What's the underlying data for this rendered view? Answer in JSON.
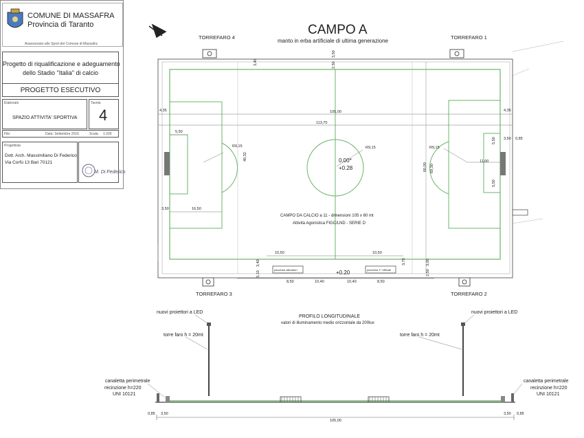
{
  "title_block": {
    "municipality": "COMUNE DI MASSAFRA",
    "province": "Provincia di Taranto",
    "department": "Assessorato allo Sport del Comune di Massafra",
    "project_line1": "Progetto di riqualificazione e adeguamento",
    "project_line2": "dello Stadio \"Italia\" di calcio",
    "phase": "PROGETTO ESECUTIVO",
    "drawing_label": "Elaborato",
    "drawing_title": "SPAZIO ATTIVITA' SPORTIVA",
    "sheet_label": "Tavola",
    "sheet_number": "4",
    "file_label": "File:",
    "date_label": "Data: Settembre 2016",
    "scale_label": "Scala:",
    "scale_value": "1:200",
    "designer_label": "Progettista",
    "designer_name": "Dott. Arch. Massimiliano Di Federico",
    "designer_address": "Via Corfù 13 Bari 70121",
    "signature": "M. Di Federico"
  },
  "header": {
    "title": "CAMPO A",
    "subtitle": "manto in erba artificiale di ultima generazione"
  },
  "towers": {
    "t1": "TORREFARO 1",
    "t2": "TORREFARO 2",
    "t3": "TORREFARO 3",
    "t4": "TORREFARO 4"
  },
  "plan": {
    "center_elev": "0.00*",
    "center_elev2": "+0.28",
    "entry_elev": "+0.20",
    "field_note1": "CAMPO DA CALCIO a 11 - dimensioni 105 x 60 mt",
    "field_note2": "Attività Agonistica FIGC/LND - SERIE D",
    "d_105": "105,00",
    "d_113": "113,70",
    "d_435l": "4,35",
    "d_435r": "4,35",
    "d_550": "5,50",
    "d_350l": "3,50",
    "d_1650": "16,50",
    "d_4032": "40,32",
    "d_915a": "R9,15",
    "d_915b": "R9,15",
    "d_915c": "R9,15",
    "d_6930": "69,30",
    "d_6000": "60,00",
    "d_1100": "11,00",
    "d_550r": "5,50",
    "d_550r2": "5,50",
    "d_350r": "3,50",
    "d_085": "0,85",
    "d_340t": "3,40",
    "d_250t": "2,50",
    "d_350t": "3,50",
    "d_1050a": "10,50",
    "d_1050b": "10,50",
    "d_850a": "8,50",
    "d_1040a": "10,40",
    "d_1040b": "10,40",
    "d_850b": "8,50",
    "d_340b": "3,40",
    "d_310b": "3,10",
    "d_375b": "3,75",
    "d_300b": "3,00",
    "d_250b": "2,50",
    "bench1": "panchina allenatori",
    "bench2": "panchina 1° Ufficiali"
  },
  "profile": {
    "title": "PROFILO LONGITUDINALE",
    "subtitle": "valori di illuminamento medio orizzontale da 200lux",
    "led_left": "nuovi proiettori a LED",
    "led_right": "nuovi proiettori a LED",
    "tower_left": "torre faro h = 20mt",
    "tower_right": "torre faro h = 20mt",
    "channel_left": "canaletta perimetrale",
    "fence_left1": "recinzione h=220",
    "fence_left2": "UNI 10121",
    "channel_right": "canaletta perimetrale",
    "fence_right1": "recinzione h=220",
    "fence_right2": "UNI 10121",
    "d_085l": "0,85",
    "d_350l": "3,50",
    "d_350r": "3,50",
    "d_085r": "0,85",
    "d_105": "105,00"
  }
}
